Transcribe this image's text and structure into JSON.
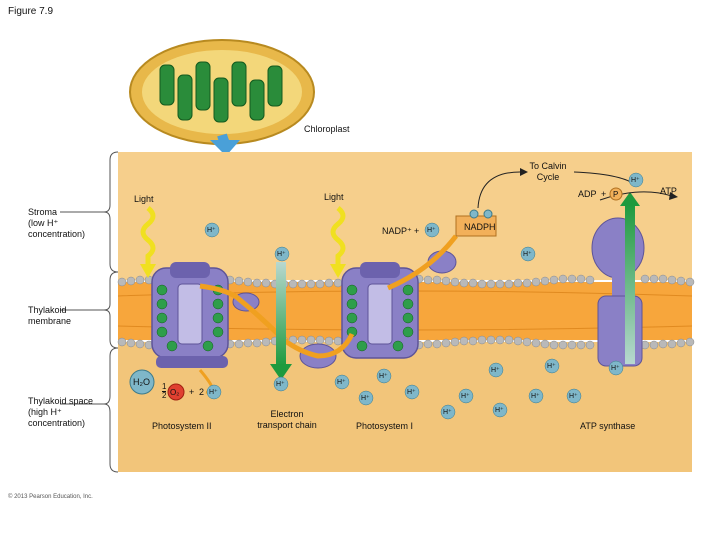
{
  "figure_label": "Figure 7.9",
  "chloroplast_label": "Chloroplast",
  "stroma_label": [
    "Stroma",
    "(low H⁺",
    "concentration)"
  ],
  "thylakoid_membrane_label": [
    "Thylakoid",
    "membrane"
  ],
  "thylakoid_space_label": [
    "Thylakoid space",
    "(high H⁺",
    "concentration)"
  ],
  "light_label": "Light",
  "calvin_label": [
    "To Calvin",
    "Cycle"
  ],
  "nadp_label": "NADP⁺",
  "plus": "+",
  "nadph_label": "NADPH",
  "adp_label": "ADP",
  "p_label": "P",
  "atp_label": "ATP",
  "h_label": "H⁺",
  "h2o_label": "H₂O",
  "half_o2": {
    "num": "1",
    "den": "2",
    "o2": "O₂",
    "two_h": "2"
  },
  "photosystem2_label": "Photosystem II",
  "etc_label": [
    "Electron",
    "transport chain"
  ],
  "photosystem1_label": "Photosystem I",
  "atp_synthase_label": "ATP synthase",
  "copyright": "© 2013 Pearson Education, Inc.",
  "colors": {
    "stroma": "#f6cf8c",
    "lumen": "#f2c57a",
    "membrane": "#f7a63c",
    "protein": "#8a80c6",
    "chlorophyll": "#2e9e4a",
    "ion": "#7fb7c9",
    "arrow": "#f0a020"
  }
}
